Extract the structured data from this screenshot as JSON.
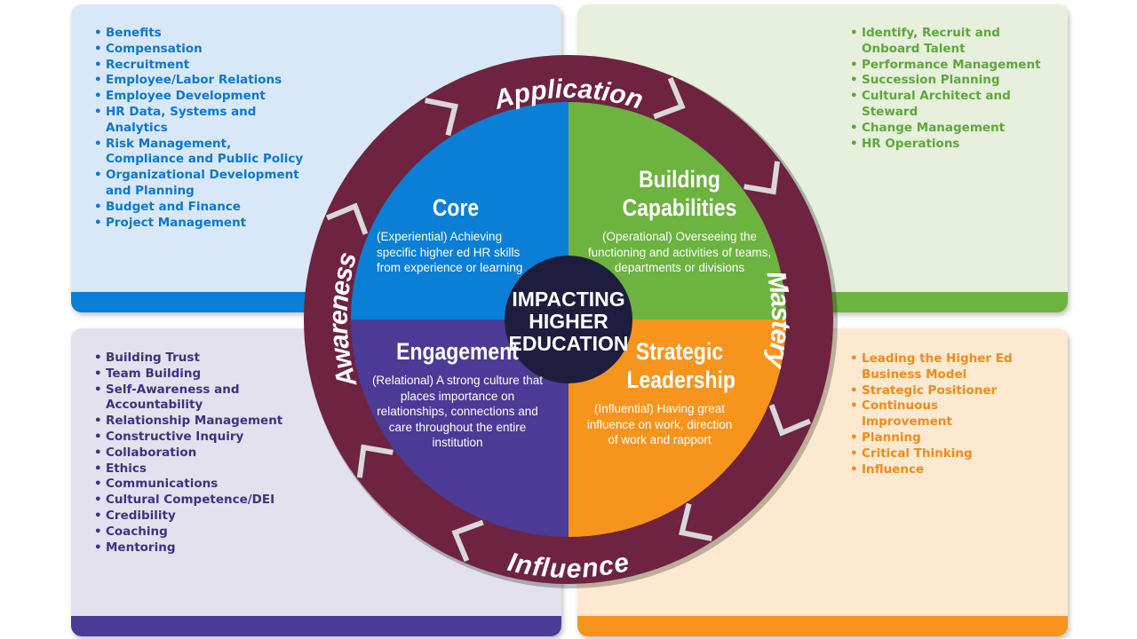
{
  "panels": {
    "core_list": [
      "Benefits",
      "Compensation",
      "Recruitment",
      "Employee/Labor Relations",
      "Employee Development",
      "HR Data, Systems and Analytics",
      "Risk Management, Compliance and Public Policy",
      "Organizational Development and Planning",
      "Budget and Finance",
      "Project Management"
    ],
    "building_list": [
      "Identify, Recruit and Onboard Talent",
      "Performance Management",
      "Succession Planning",
      "Cultural Architect and Steward",
      "Change Management",
      "HR Operations"
    ],
    "engagement_list": [
      "Building Trust",
      "Team Building",
      "Self-Awareness and Accountability",
      "Relationship Management",
      "Constructive Inquiry",
      "Collaboration",
      "Ethics",
      "Communications",
      "Cultural Competence/DEI",
      "Credibility",
      "Coaching",
      "Mentoring"
    ],
    "strategic_list": [
      "Leading the Higher Ed Business Model",
      "Strategic Positioner",
      "Continuous Improvement",
      "Planning",
      "Critical Thinking",
      "Influence"
    ]
  },
  "ring": {
    "top": "Application",
    "right": "Mastery",
    "bottom": "Influence",
    "left": "Awareness"
  },
  "quadrants": {
    "core": {
      "title": "Core",
      "desc": "(Experiential) Achieving specific higher ed HR skills from experience or learning"
    },
    "building": {
      "title": "Building Capabilities",
      "desc": "(Operational) Overseeing the functioning and activities of teams, departments or divisions"
    },
    "engagement": {
      "title": "Engagement",
      "desc": "(Relational) A strong culture that places importance on relationships, connections and care throughout the entire institution"
    },
    "strategic": {
      "title": "Strategic Leadership",
      "desc": "(Influential) Having great influence on work, direction of work and rapport"
    }
  },
  "center": {
    "line1": "IMPACTING",
    "line2": "HIGHER",
    "line3": "EDUCATION"
  },
  "colors": {
    "core": "#0b7fd6",
    "building": "#6cb33f",
    "engagement": "#4b3a96",
    "strategic": "#f7941d",
    "ring": "#6e2340"
  }
}
